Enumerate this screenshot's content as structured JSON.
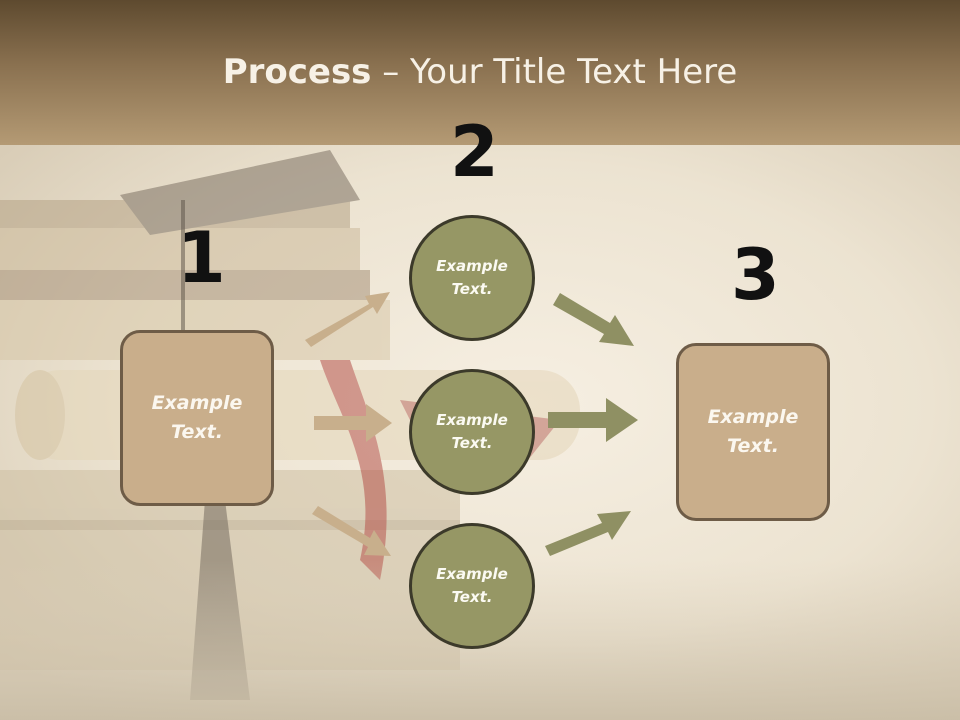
{
  "slide": {
    "title_bold": "Process",
    "title_rest": " – Your Title Text Here",
    "colors": {
      "header": "#8a7150",
      "box_fill": "#c9ae8b",
      "circle_fill": "#969765",
      "arrow_tan": "#c8af8c",
      "arrow_olive": "#8f9063"
    }
  },
  "steps": [
    {
      "number": "1",
      "text": "Example Text."
    },
    {
      "number": "2",
      "items": [
        "Example Text.",
        "Example Text.",
        "Example Text."
      ]
    },
    {
      "number": "3",
      "text": "Example Text."
    }
  ]
}
